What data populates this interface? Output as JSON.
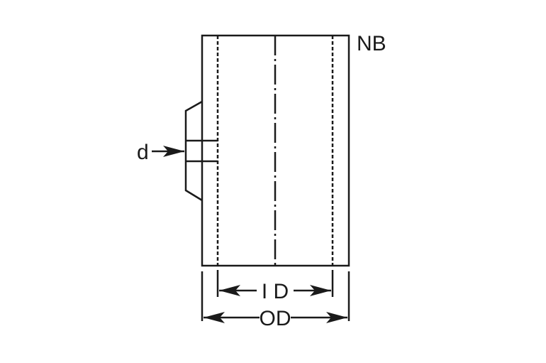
{
  "diagram": {
    "labels": {
      "nominal_bore": "NB",
      "hole_diameter": "d",
      "inner_diameter": "I D",
      "outer_diameter": "OD"
    },
    "colors": {
      "line": "#1a1a1a",
      "background": "#ffffff"
    }
  }
}
